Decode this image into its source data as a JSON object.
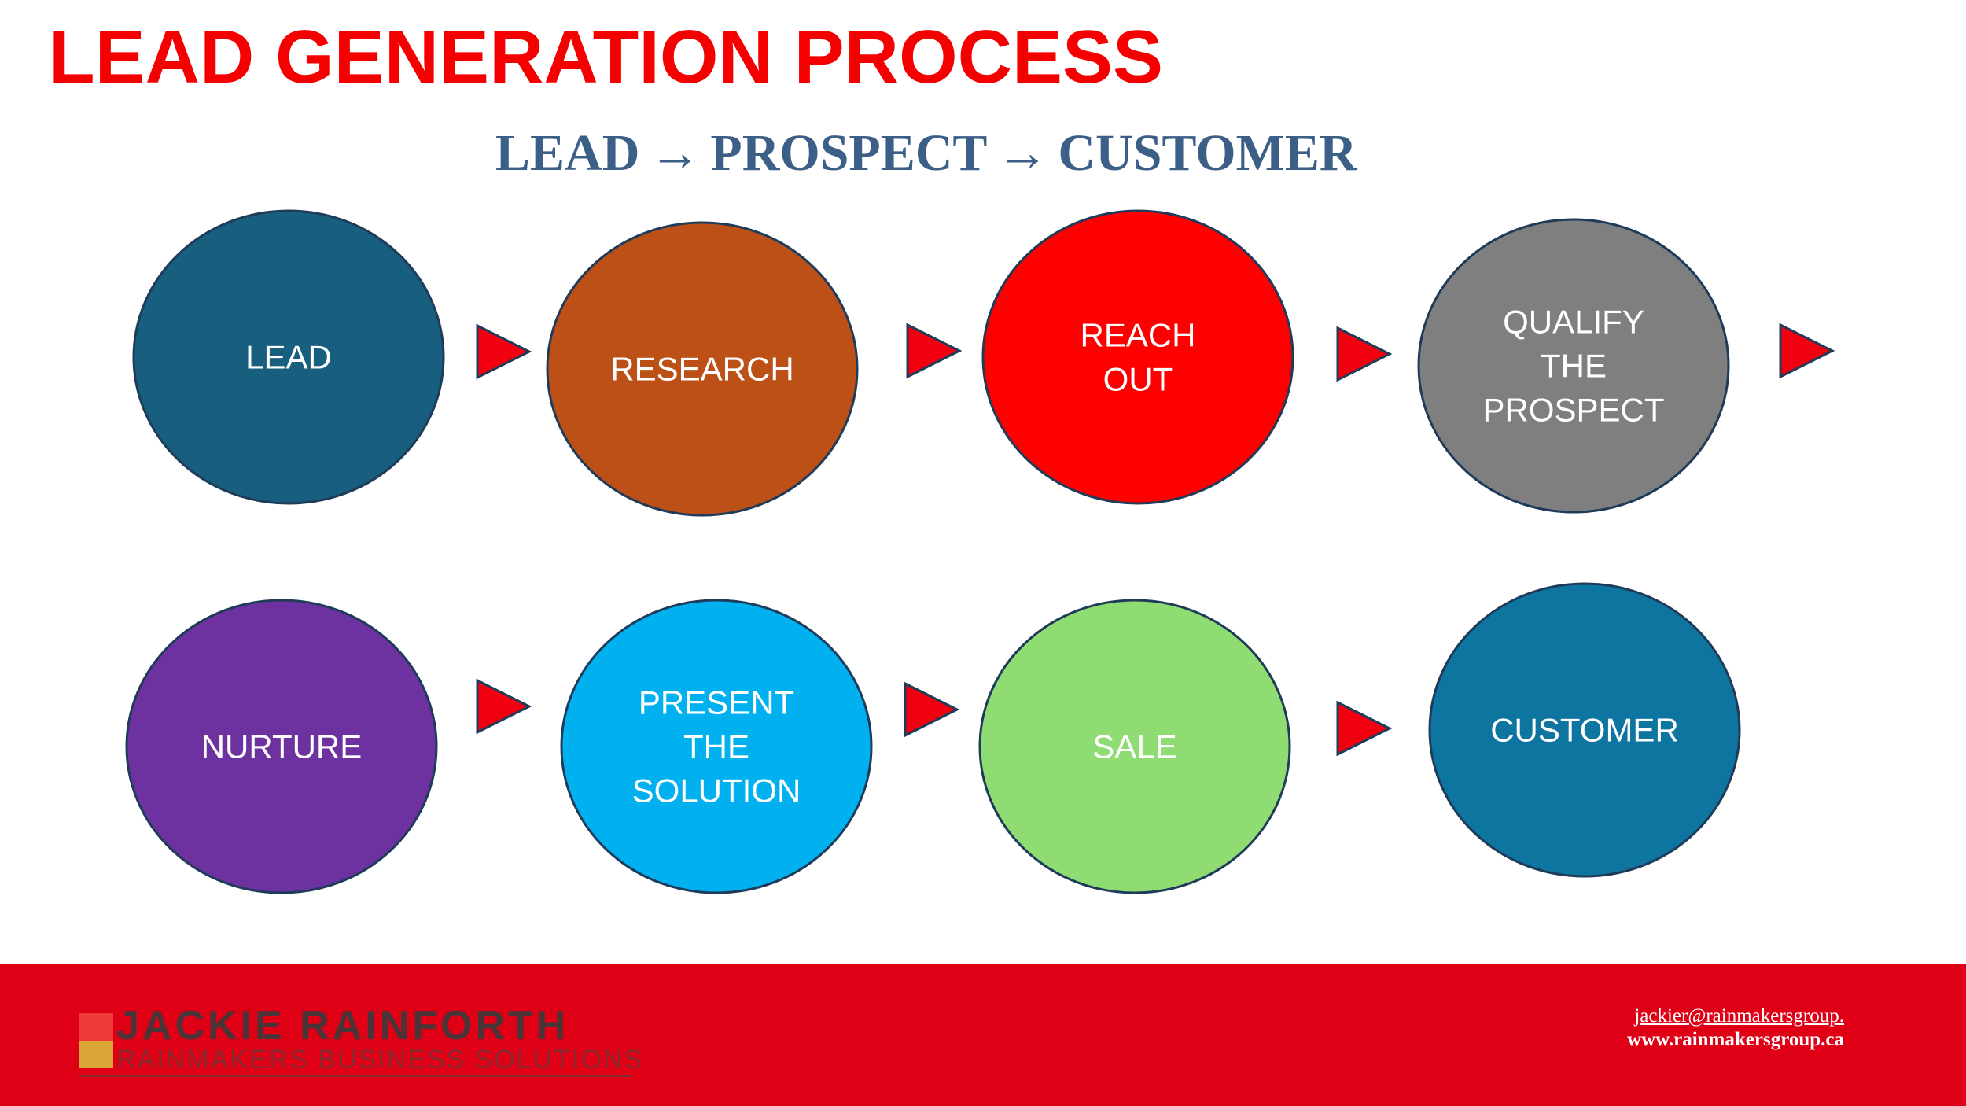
{
  "title": "LEAD GENERATION PROCESS",
  "subtitle": {
    "parts": [
      "LEAD",
      "PROSPECT",
      "CUSTOMER"
    ],
    "arrow_glyph": "→"
  },
  "steps": [
    {
      "label_lines": [
        "LEAD"
      ],
      "color": "#185f7f"
    },
    {
      "label_lines": [
        "RESEARCH"
      ],
      "color": "#bc5016"
    },
    {
      "label_lines": [
        "REACH",
        "OUT"
      ],
      "color": "#fe0000"
    },
    {
      "label_lines": [
        "QUALIFY",
        "THE",
        "PROSPECT"
      ],
      "color": "#7f7f7f"
    },
    {
      "label_lines": [
        "NURTURE"
      ],
      "color": "#6e31a0"
    },
    {
      "label_lines": [
        "PRESENT",
        "THE",
        "SOLUTION"
      ],
      "color": "#00b0ef"
    },
    {
      "label_lines": [
        "SALE"
      ],
      "color": "#8fdc72"
    },
    {
      "label_lines": [
        "CUSTOMER"
      ],
      "color": "#0e74a0"
    }
  ],
  "colors": {
    "title": "#f50000",
    "subtitle": "#3c5f87",
    "arrow_fill": "#f10010",
    "arrow_stroke": "#1f3b5a",
    "circle_stroke": "#1f3b5a",
    "footer_background": "#e00016"
  },
  "footer": {
    "brand_name": "JACKIE RAINFORTH",
    "brand_tagline": "RAINMAKERS BUSINESS SOLUTIONS",
    "email": "jackier@rainmakersgroup.",
    "website": "www.rainmakersgroup.ca"
  }
}
